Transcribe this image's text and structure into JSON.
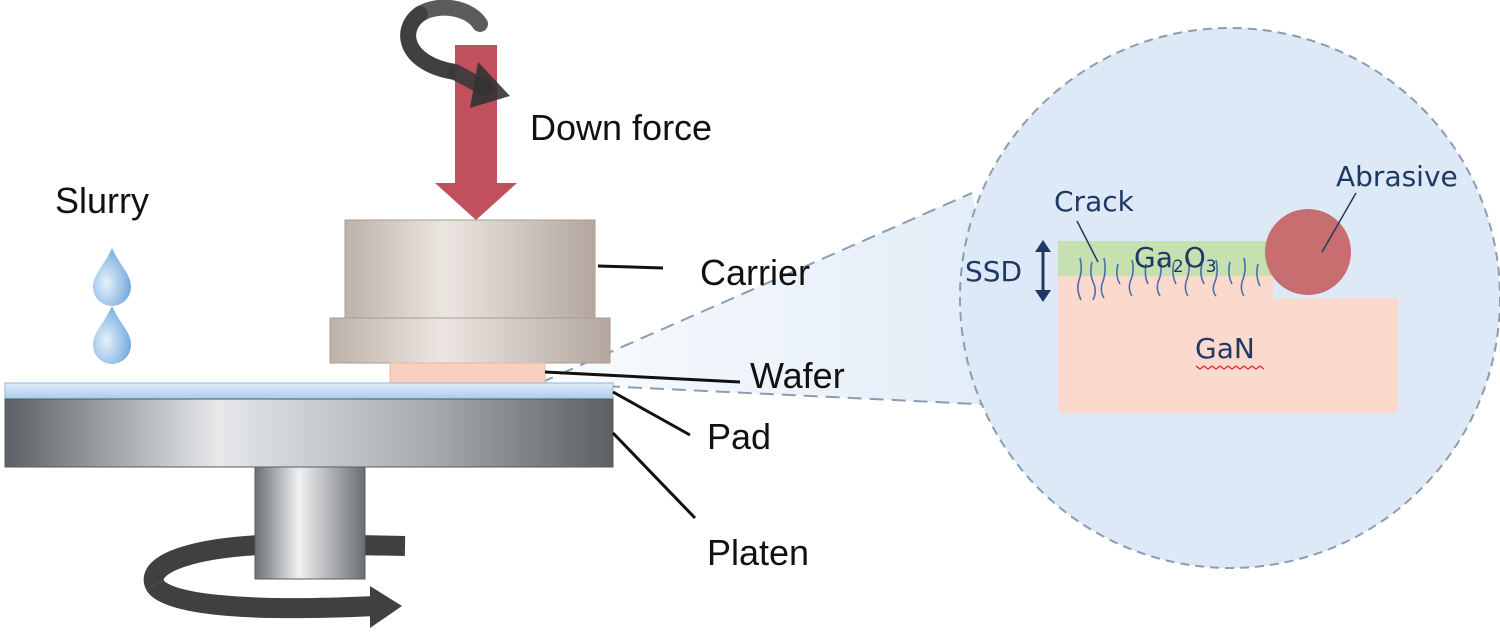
{
  "labels": {
    "down_force": "Down force",
    "slurry": "Slurry",
    "carrier": "Carrier",
    "wafer": "Wafer",
    "pad": "Pad",
    "platen": "Platen"
  },
  "zoom": {
    "crack": "Crack",
    "abrasive": "Abrasive",
    "ssd": "SSD",
    "oxide_base": "Ga",
    "oxide_sub1": "2",
    "oxide_mid": "O",
    "oxide_sub2": "3",
    "substrate": "GaN"
  },
  "colors": {
    "force_arrow": "#c0505c",
    "rotation_arrow": "#404040",
    "slurry_drop": "#7fb0e0",
    "carrier": "#cdc3bc",
    "wafer": "#f8d0c0",
    "pad": "#bcd8f0",
    "platen": "#9a9ea2",
    "zoom_fill": "#dde9f6",
    "oxide_layer": "#c6e0b0",
    "gan_layer": "#fbdacd",
    "abrasive": "#c96e70",
    "crack_lines": "#4a6fb0"
  },
  "icons": [
    "down-force-arrow",
    "rotation-arrow",
    "slurry-drop-icon"
  ]
}
